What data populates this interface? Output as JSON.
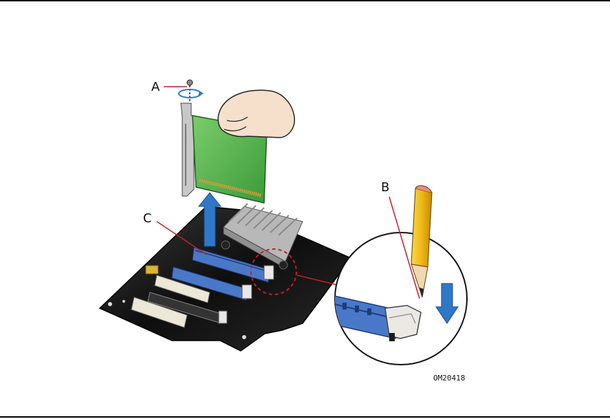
{
  "figure": {
    "callouts": {
      "a": "A",
      "b": "B",
      "c": "C"
    },
    "figure_id": "OM20418"
  },
  "colors": {
    "board": "#1a1a1a",
    "slot_blue": "#4a78c8",
    "slot_cream": "#ece8d8",
    "card_green": "#4fb04a",
    "arrow_blue": "#2f78c8",
    "leader_red": "#c0202a",
    "pencil_yellow": "#f0c020"
  },
  "icons": [
    "screw-icon",
    "rotate-arrow-icon",
    "hand-icon",
    "pencil-icon",
    "down-arrow-icon",
    "up-arrow-icon",
    "magnifier-circle-icon"
  ]
}
